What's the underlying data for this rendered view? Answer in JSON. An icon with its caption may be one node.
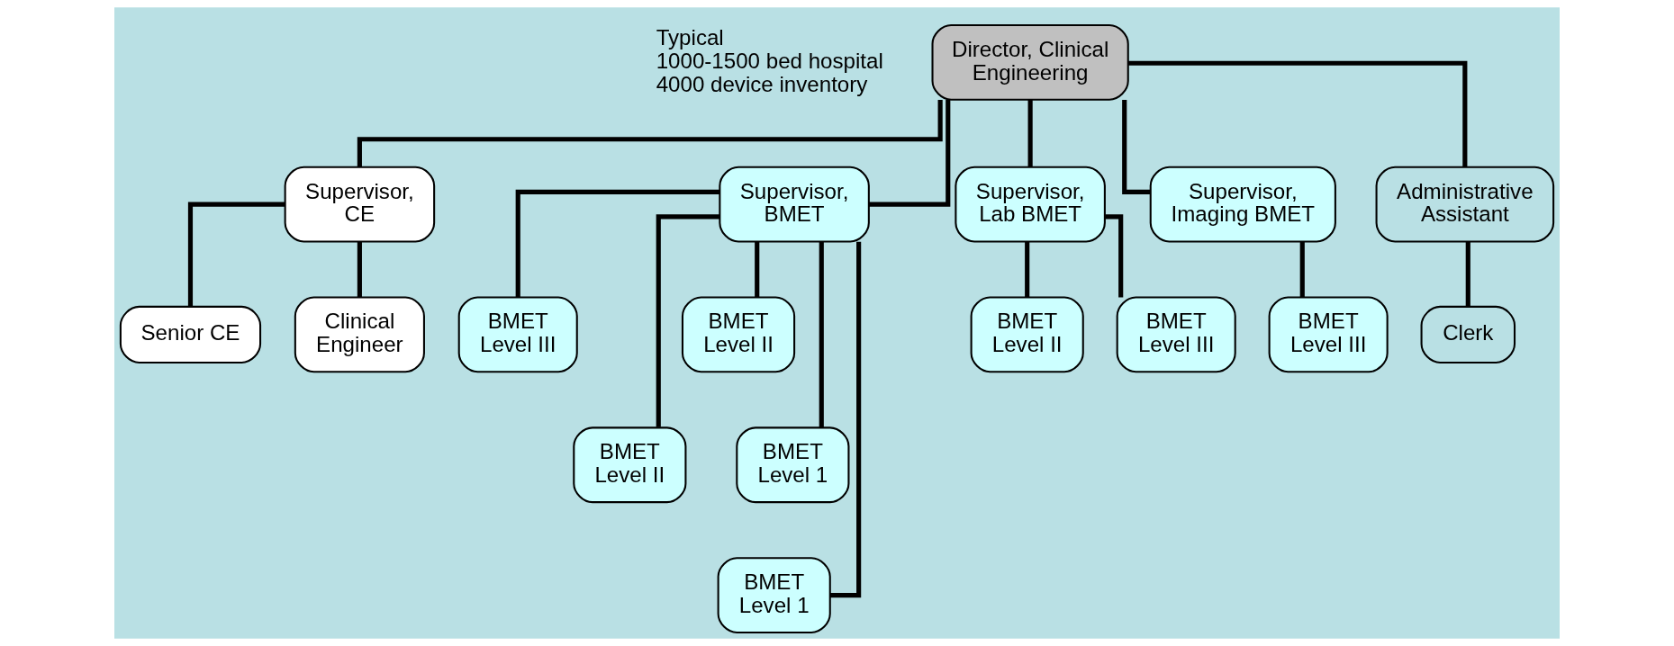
{
  "diagram": {
    "nodes": [
      {
        "text": [
          "Director, Clinical Engineering"
        ]
      },
      {
        "text": [
          "Supervisor, CE"
        ]
      },
      {
        "text": [
          "Supervisor, BMET"
        ]
      },
      {
        "text": [
          "Supervisor, Lab BMET"
        ]
      },
      {
        "text": [
          "Supervisor, Imaging BMET"
        ]
      },
      {
        "text": [
          "Administrative Assistant"
        ]
      },
      {
        "text": [
          "Senior CE"
        ]
      },
      {
        "text": [
          "Clinical Engineer"
        ]
      },
      {
        "text": [
          "BMET Level III"
        ]
      },
      {
        "text": [
          "BMET Level II"
        ]
      },
      {
        "text": [
          "BMET Level II"
        ]
      },
      {
        "text": [
          "BMET Level 1"
        ]
      },
      {
        "text": [
          "BMET Level 1"
        ]
      },
      {
        "text": [
          "BMET Level II"
        ]
      },
      {
        "text": [
          "BMET Level III"
        ]
      },
      {
        "text": [
          "BMET Level III"
        ]
      },
      {
        "text": [
          "Clerk"
        ]
      }
    ],
    "edges": [
      {
        "from": 0,
        "to": 1,
        "arrow": "none"
      },
      {
        "from": 0,
        "to": 2,
        "arrow": "none"
      },
      {
        "from": 0,
        "to": 3,
        "arrow": "none"
      },
      {
        "from": 0,
        "to": 4,
        "arrow": "none"
      },
      {
        "from": 0,
        "to": 5,
        "arrow": "none"
      },
      {
        "from": 1,
        "to": 6,
        "arrow": "none"
      },
      {
        "from": 1,
        "to": 7,
        "arrow": "none"
      },
      {
        "from": 2,
        "to": 8,
        "arrow": "none"
      },
      {
        "from": 2,
        "to": 9,
        "arrow": "none"
      },
      {
        "from": 2,
        "to": 10,
        "arrow": "none"
      },
      {
        "from": 2,
        "to": 11,
        "arrow": "none"
      },
      {
        "from": 2,
        "to": 12,
        "arrow": "none"
      },
      {
        "from": 3,
        "to": 13,
        "arrow": "none"
      },
      {
        "from": 3,
        "to": 14,
        "arrow": "none"
      },
      {
        "from": 4,
        "to": 15,
        "arrow": "none"
      },
      {
        "from": 5,
        "to": 16,
        "arrow": "none"
      }
    ],
    "labels": [
      "Typical",
      "1000-1500 bed hospital",
      "4000 device inventory"
    ]
  }
}
